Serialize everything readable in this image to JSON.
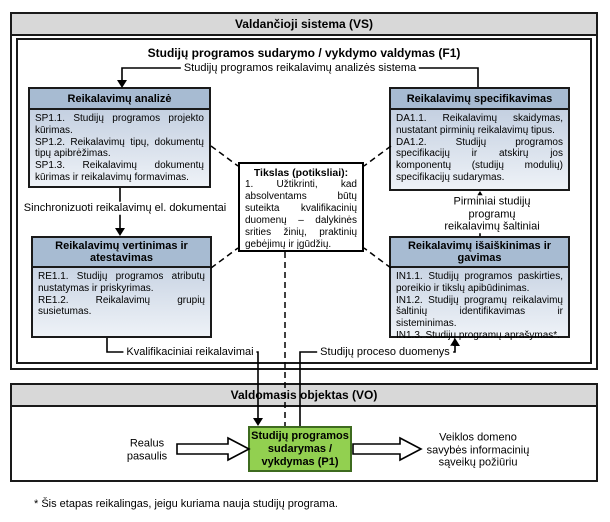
{
  "colors": {
    "box_header_blue": "#a7bbd2",
    "box_body_gradient_top": "#b9c7db",
    "box_body_gradient_bottom": "#eef2f7",
    "section_header_gray": "#d8d8d8",
    "process_green": "#92d050",
    "process_green_border": "#3e6b1f",
    "line_color": "#000000"
  },
  "vs": {
    "title": "Valdančioji sistema (VS)"
  },
  "f1": {
    "title": "Studijų programos sudarymo / vykdymo valdymas (F1)"
  },
  "boxes": {
    "analize": {
      "title": "Reikalavimų analizė",
      "items": [
        "SP1.1. Studijų programos projekto kūrimas.",
        "SP1.2. Reikalavimų tipų, dokumentų tipų apibrėžimas.",
        "SP1.3. Reikalavimų dokumentų kūrimas ir reikalavimų formavimas."
      ]
    },
    "specifikavimas": {
      "title": "Reikalavimų specifikavimas",
      "items": [
        "DA1.1. Reikalavimų skaidymas, nustatant pirminių reikalavimų tipus.",
        "DA1.2. Studijų programos specifikacijų ir atskirų jos komponentų (studijų modulių) specifikacijų sudarymas."
      ]
    },
    "vertinimas": {
      "title": "Reikalavimų vertinimas ir atestavimas",
      "items": [
        "RE1.1. Studijų programos atributų nustatymas ir priskyrimas.",
        "RE1.2. Reikalavimų grupių susietumas."
      ]
    },
    "isaiskinimas": {
      "title": "Reikalavimų išaiškinimas ir gavimas",
      "items": [
        "IN1.1. Studijų programos paskirties, poreikio ir tikslų apibūdinimas.",
        "IN1.2. Studijų programų reikalavimų šaltinių identifikavimas ir sisteminimas.",
        "IN1.3. Studijų programų aprašymas*."
      ]
    }
  },
  "tikslas": {
    "title": "Tikslas (potiksliai):",
    "body": "1. Užtikrinti, kad absolventams būtų suteikta kvalifikacinių duomenų – dalykinės srities žinių, praktinių gebėjimų ir įgūdžių."
  },
  "labels": {
    "top_connector": "Studijų programos reikalavimų analizės sistema",
    "sync": "Sinchronizuoti reikalavimų el. dokumentai",
    "pirminiai": "Pirminiai studijų programų\nreikalavimų šaltiniai",
    "kvalifikaciniai": "Kvalifikaciniai reikalavimai",
    "proceso": "Studijų proceso duomenys"
  },
  "vo": {
    "title": "Valdomasis objektas (VO)",
    "process": "Studijų programos\nsudarymas /\nvykdymas (P1)",
    "input": "Realus\npasaulis",
    "output": "Veiklos domeno\nsavybės informacinių\nsąveikų požiūriu"
  },
  "footnote": "* Šis etapas reikalingas, jeigu kuriama nauja studijų programa."
}
